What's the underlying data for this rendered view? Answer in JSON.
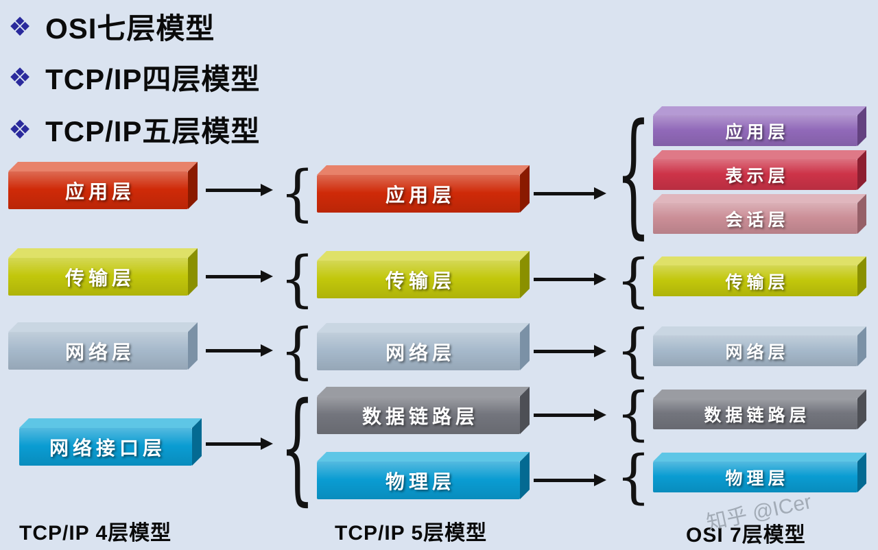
{
  "page": {
    "background": "#dae3f0",
    "bullet_color": "#2a2a9c",
    "watermark": "知乎 @ICer"
  },
  "glyphs": {
    "diamond": "❖",
    "brace": "{"
  },
  "bullets": [
    "OSI七层模型",
    "TCP/IP四层模型",
    "TCP/IP五层模型"
  ],
  "palette": {
    "red": {
      "front": "#cf2a08",
      "top": "#e8826a",
      "side": "#8a1a00"
    },
    "yellow": {
      "front": "#c2c70b",
      "top": "#dfe168",
      "side": "#8a9000"
    },
    "bluegray": {
      "front": "#a6b9cb",
      "top": "#c9d6e2",
      "side": "#7b91a6"
    },
    "cyan": {
      "front": "#0a9cd2",
      "top": "#5ec6e6",
      "side": "#046a92"
    },
    "gray": {
      "front": "#73757d",
      "top": "#9a9ca2",
      "side": "#4d4f55"
    },
    "purple": {
      "front": "#9169b9",
      "top": "#b59ad4",
      "side": "#634280"
    },
    "crimson": {
      "front": "#cd3348",
      "top": "#df7987",
      "side": "#8d1f31"
    },
    "rose": {
      "front": "#cb8e97",
      "top": "#e0b6bd",
      "side": "#956068"
    }
  },
  "columns": [
    {
      "caption": "TCP/IP 4层模型",
      "layers": [
        {
          "label": "应用层",
          "color": "red"
        },
        {
          "label": "传输层",
          "color": "yellow"
        },
        {
          "label": "网络层",
          "color": "bluegray"
        },
        {
          "label": "网络接口层",
          "color": "cyan"
        }
      ]
    },
    {
      "caption": "TCP/IP 5层模型",
      "layers": [
        {
          "label": "应用层",
          "color": "red"
        },
        {
          "label": "传输层",
          "color": "yellow"
        },
        {
          "label": "网络层",
          "color": "bluegray"
        },
        {
          "label": "数据链路层",
          "color": "gray"
        },
        {
          "label": "物理层",
          "color": "cyan"
        }
      ]
    },
    {
      "caption": "OSI 7层模型",
      "layers": [
        {
          "label": "应用层",
          "color": "purple"
        },
        {
          "label": "表示层",
          "color": "crimson"
        },
        {
          "label": "会话层",
          "color": "rose"
        },
        {
          "label": "传输层",
          "color": "yellow"
        },
        {
          "label": "网络层",
          "color": "bluegray"
        },
        {
          "label": "数据链路层",
          "color": "gray"
        },
        {
          "label": "物理层",
          "color": "cyan"
        }
      ]
    }
  ]
}
